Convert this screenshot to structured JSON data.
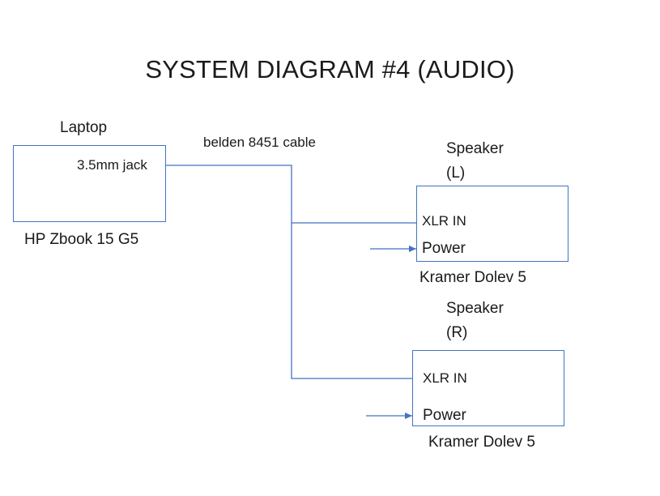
{
  "title": "SYSTEM DIAGRAM #4 (AUDIO)",
  "colors": {
    "line": "#4472c4",
    "text": "#1a1a1a"
  },
  "laptop": {
    "heading": "Laptop",
    "port": "3.5mm jack",
    "model": "HP Zbook 15 G5"
  },
  "cable": {
    "label": "belden 8451 cable"
  },
  "speakers": [
    {
      "heading_line1": "Speaker",
      "heading_line2": "(L)",
      "input": "XLR IN",
      "power": "Power",
      "model": "Kramer Dolev 5"
    },
    {
      "heading_line1": "Speaker",
      "heading_line2": "(R)",
      "input": "XLR IN",
      "power": "Power",
      "model": "Kramer Dolev 5"
    }
  ]
}
